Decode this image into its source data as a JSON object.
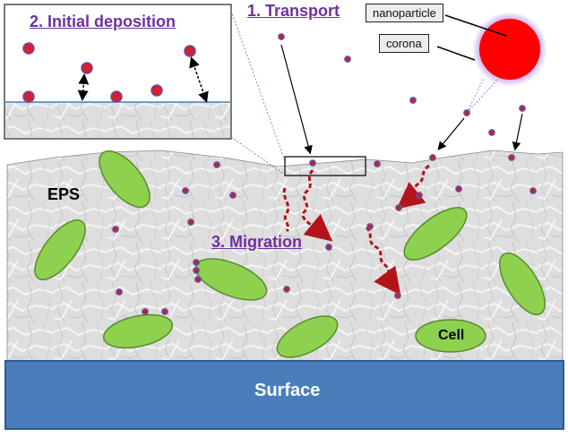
{
  "labels": {
    "transport": "1. Transport",
    "initial_deposition": "2. Initial deposition",
    "migration": "3. Migration",
    "eps": "EPS",
    "cell": "Cell",
    "surface": "Surface",
    "nanoparticle": "nanoparticle",
    "corona": "corona"
  },
  "colors": {
    "surface_fill": "#4a7ebb",
    "cell_fill": "#8ed14f",
    "particle_fill": "#c0203b",
    "particle_ring": "#5a5aa8",
    "step_label": "#7030a0",
    "migration_arrow": "#b3141a",
    "corona_glow": "#b48ae0",
    "nanoparticle_fill": "#ff0000"
  },
  "icons": [
    "cell-ellipse",
    "nanoparticle-dot",
    "transport-arrow",
    "migration-arrow",
    "deposition-arrow"
  ]
}
